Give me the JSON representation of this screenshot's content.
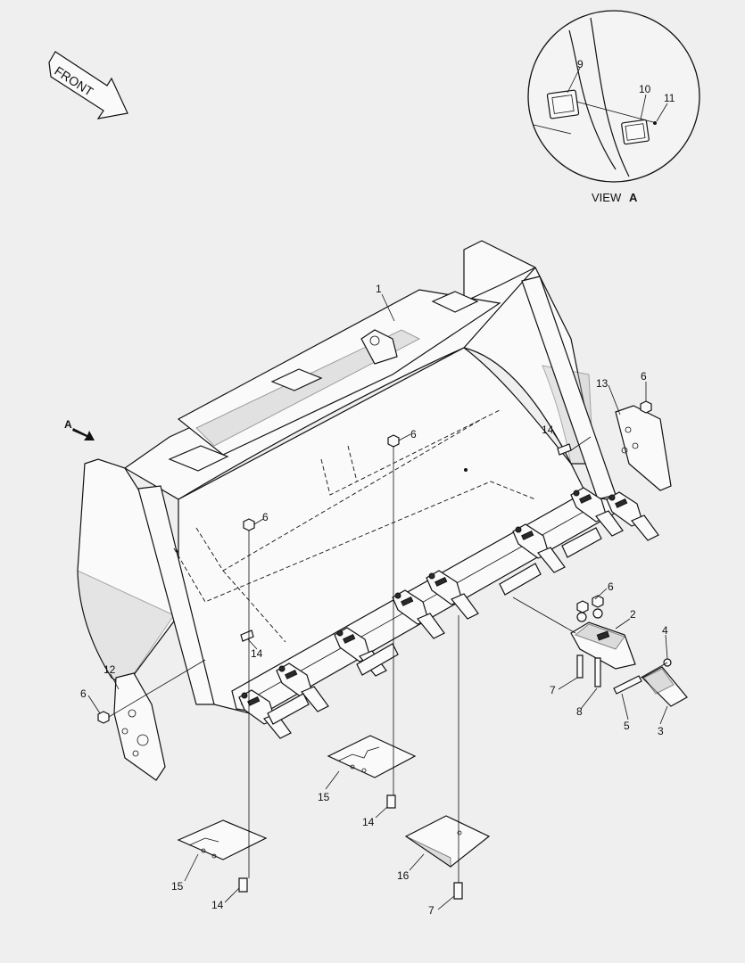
{
  "front_arrow": {
    "label": "FRONT"
  },
  "view_a": {
    "label": "VIEW",
    "letter": "A"
  },
  "view_arrow": {
    "letter": "A"
  },
  "callouts": {
    "c1": "1",
    "c2": "2",
    "c3": "3",
    "c4": "4",
    "c5": "5",
    "c6_top": "6",
    "c6_mid": "6",
    "c6_left": "6",
    "c6_adapter": "6",
    "c6_side": "6",
    "c7_adapter": "7",
    "c7_bottom": "7",
    "c8": "8",
    "c9": "9",
    "c10": "10",
    "c11": "11",
    "c12": "12",
    "c13": "13",
    "c14_top": "14",
    "c14_left": "14",
    "c14_mid": "14",
    "c14_bottom": "14",
    "c15_mid": "15",
    "c15_bottom": "15",
    "c16": "16"
  }
}
